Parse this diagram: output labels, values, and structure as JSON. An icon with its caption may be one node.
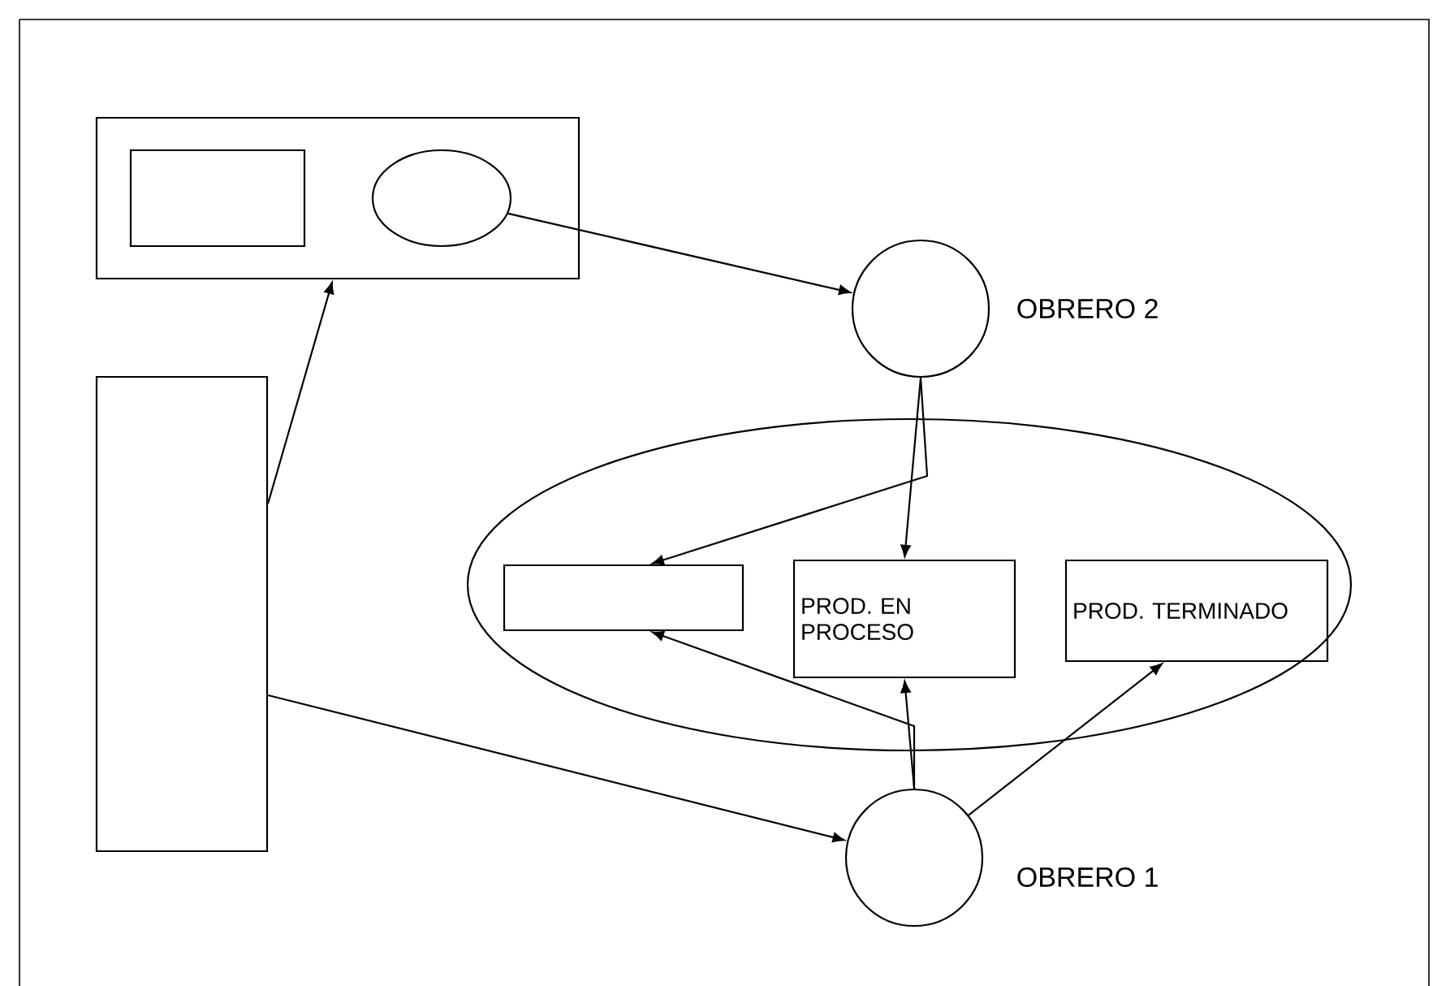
{
  "diagram": {
    "nodes": [
      {
        "text": [],
        "shape": "box"
      },
      {
        "text": [],
        "shape": "box",
        "in": 0
      },
      {
        "text": [],
        "shape": "ellipse",
        "in": 0
      },
      {
        "text": [],
        "shape": "circle",
        "beside": [
          "OBRERO 2"
        ]
      },
      {
        "text": [],
        "shape": "box"
      },
      {
        "text": [],
        "shape": "ellipse"
      },
      {
        "text": [],
        "shape": "box",
        "in": 5
      },
      {
        "text": [
          "PROD. EN PROCESO"
        ],
        "in": 5
      },
      {
        "text": [
          "PROD. TERMINADO"
        ],
        "in": 5
      },
      {
        "text": [],
        "shape": "circle",
        "beside": [
          "OBRERO 1"
        ]
      }
    ],
    "edges": [
      {
        "from": 4,
        "to": 0,
        "arrow": "to"
      },
      {
        "from": 2,
        "to": 3,
        "arrow": "to"
      },
      {
        "from": 4,
        "to": 9,
        "arrow": "to"
      },
      {
        "from": 3,
        "to": 7,
        "arrow": "to"
      },
      {
        "from": 3,
        "to": 6,
        "arrow": "to"
      },
      {
        "from": 9,
        "to": 7,
        "arrow": "to"
      },
      {
        "from": 9,
        "to": 6,
        "arrow": "to"
      },
      {
        "from": 9,
        "to": 8,
        "arrow": "to"
      }
    ]
  }
}
